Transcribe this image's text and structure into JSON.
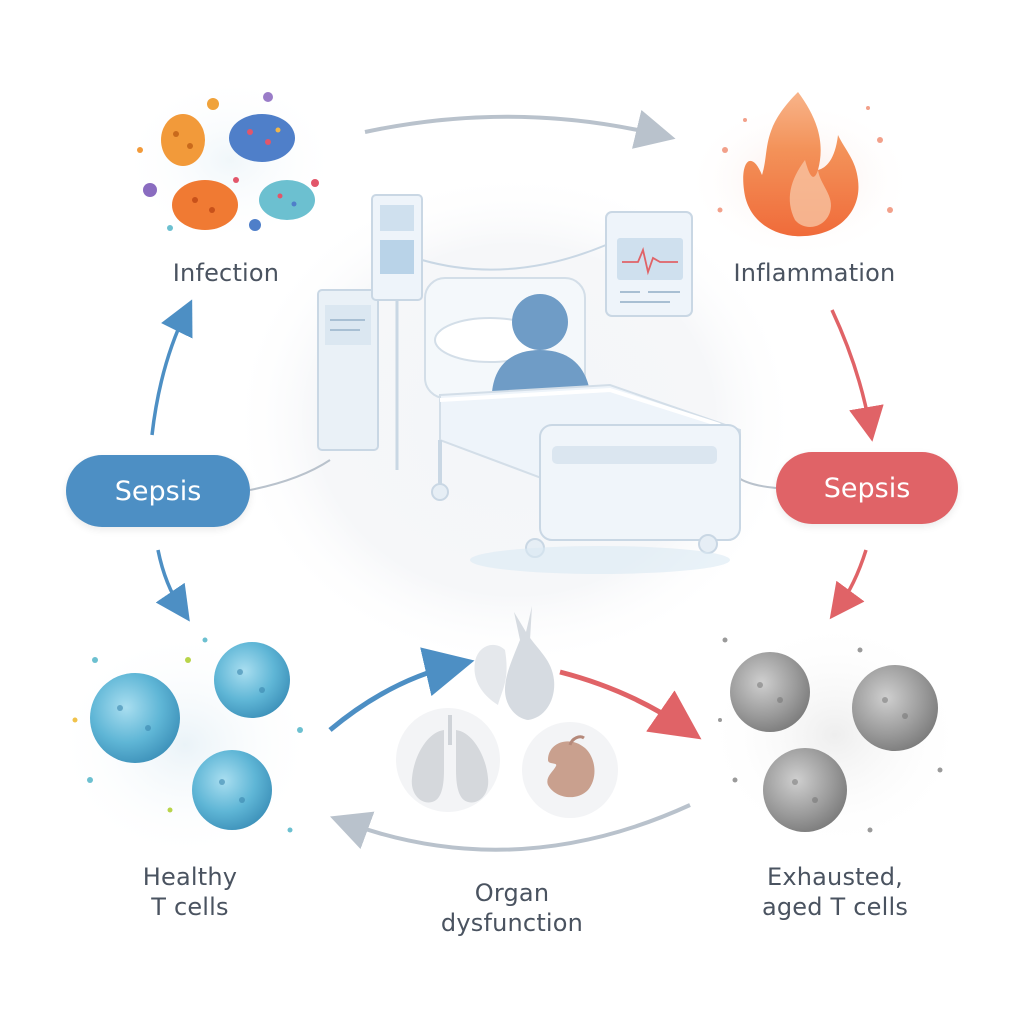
{
  "nodes": {
    "infection": {
      "label": "Infection"
    },
    "inflammation": {
      "label": "Inflammation"
    },
    "sepsis_left": {
      "label": "Sepsis"
    },
    "sepsis_right": {
      "label": "Sepsis"
    },
    "healthy_t_cells": {
      "line1": "Healthy",
      "line2": "T cells"
    },
    "organ_dysfunction": {
      "line1": "Organ",
      "line2": "dysfunction"
    },
    "exhausted_t_cells": {
      "line1": "Exhausted,",
      "line2": "aged T cells"
    }
  },
  "colors": {
    "blue_accent": "#4d8fc4",
    "red_accent": "#e06367",
    "neutral_arrow": "#b9c2cc",
    "text": "#4a5360"
  },
  "icons": [
    "pathogen-cluster-icon",
    "flame-icon",
    "hospital-bed-illustration",
    "healthy-t-cell-icon",
    "exhausted-t-cell-icon",
    "lungs-icon",
    "kidney-icon",
    "heart-icon"
  ]
}
